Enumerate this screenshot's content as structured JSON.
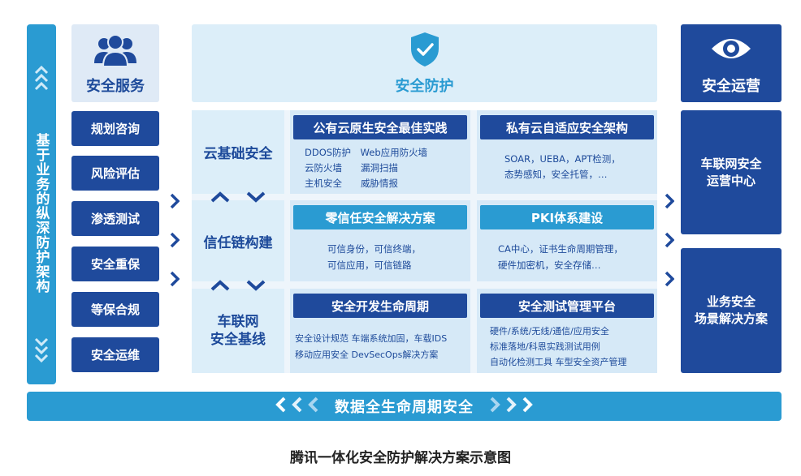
{
  "left_bar": {
    "text": "基于业务的纵深防护架构",
    "chevron_up": "︽",
    "chevron_down": "︾"
  },
  "service": {
    "title": "安全服务",
    "icon": "users-icon",
    "items": [
      "规划咨询",
      "风险评估",
      "渗透测试",
      "安全重保",
      "等保合规",
      "安全运维"
    ]
  },
  "protect": {
    "title": "安全防护",
    "icon": "shield-check-icon",
    "layers": [
      {
        "label": "云基础安全",
        "cards": [
          {
            "title": "公有云原生安全最佳实践",
            "lines": [
              "DDOS防护　Web应用防火墙",
              "云防火墙　　漏洞扫描",
              "主机安全　　威胁情报"
            ]
          },
          {
            "title": "私有云自适应安全架构",
            "lines": [
              "SOAR，UEBA，APT检测，",
              "态势感知，安全托管，…"
            ]
          }
        ]
      },
      {
        "label": "信任链构建",
        "cards": [
          {
            "title": "零信任安全解决方案",
            "lines": [
              "可信身份，可信终端，",
              "可信应用，可信链路"
            ]
          },
          {
            "title": "PKI体系建设",
            "lines": [
              "CA中心，证书生命周期管理，",
              "硬件加密机，安全存储…"
            ]
          }
        ]
      },
      {
        "label": "车联网\n安全基线",
        "label_lines": [
          "车联网",
          "安全基线"
        ],
        "cards": [
          {
            "title": "安全开发生命周期",
            "lines": [
              "安全设计规范 车端系统加固，车载IDS",
              "移动应用安全 DevSecOps解决方案"
            ]
          },
          {
            "title": "安全测试管理平台",
            "lines": [
              "硬件/系统/无线/通信/应用安全",
              "标准落地/科恩实践测试用例",
              "自动化检测工具 车型安全资产管理"
            ]
          }
        ]
      }
    ]
  },
  "ops": {
    "title": "安全运营",
    "icon": "eye-icon",
    "boxes": [
      {
        "lines": [
          "车联网安全",
          "运营中心"
        ]
      },
      {
        "lines": [
          "业务安全",
          "场景解决方案"
        ]
      }
    ]
  },
  "bottom_bar": {
    "text": "数据全生命周期安全",
    "left_chevrons": "❮❮❮",
    "right_chevrons": "❯❯❯"
  },
  "caption": "腾讯一体化安全防护解决方案示意图",
  "colors": {
    "dark_blue": "#1f4a9c",
    "light_blue": "#2a9bd2",
    "pale_blue": "#dceef9"
  }
}
